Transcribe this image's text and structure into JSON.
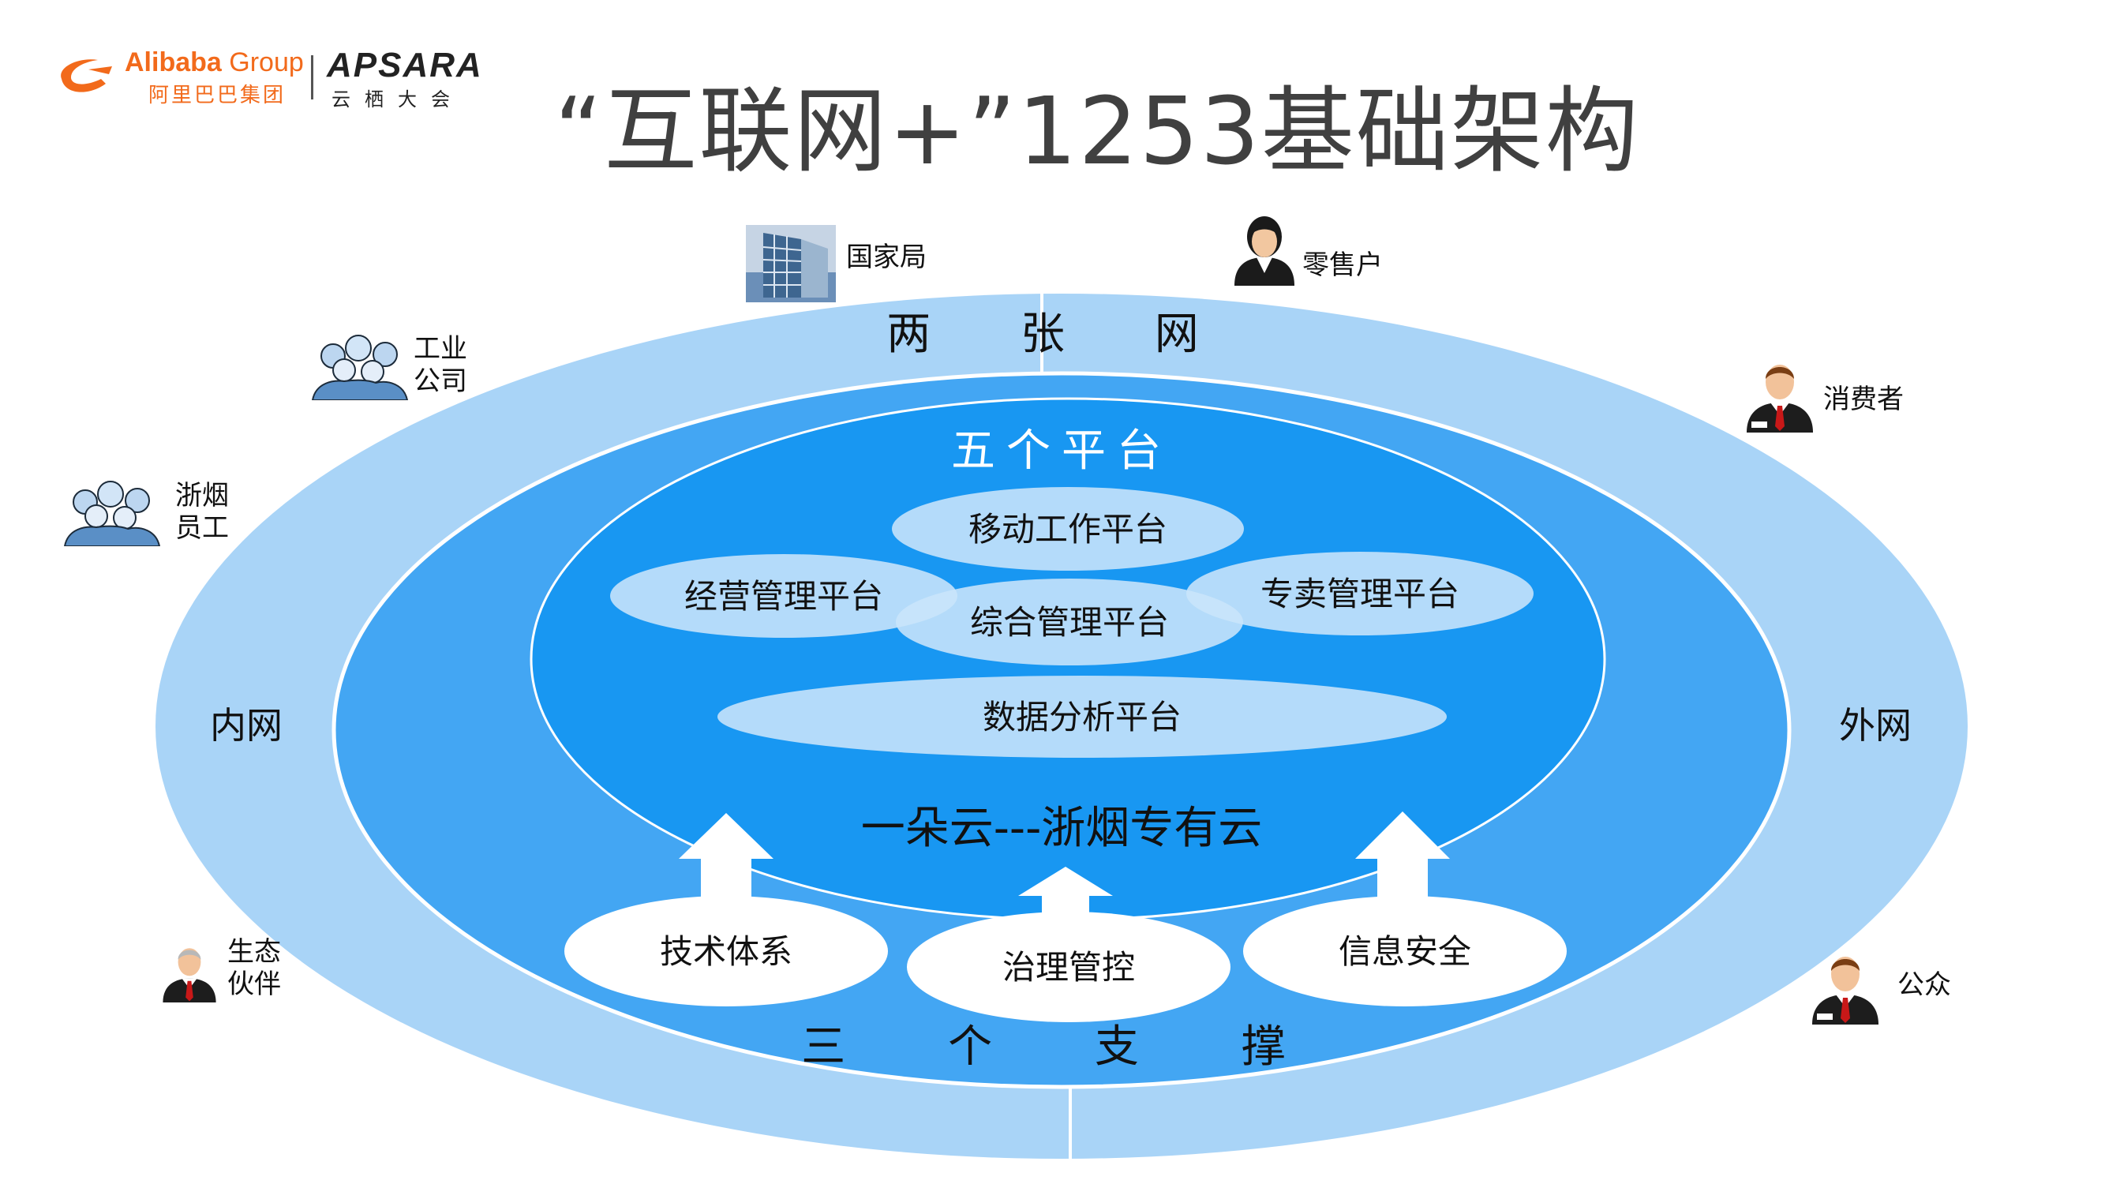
{
  "header": {
    "title": "“互联网+”1253基础架构",
    "logo_alibaba_en": "Alibaba",
    "logo_alibaba_group": "Group",
    "logo_alibaba_cn": "阿里巴巴集团",
    "logo_apsara_en": "APSARA",
    "logo_apsara_cn": "云栖大会"
  },
  "diagram": {
    "outer_ring_label": "两 张 网",
    "intranet_label": "内网",
    "extranet_label": "外网",
    "middle_label": "五个平台",
    "platforms": {
      "mobile": "移动工作平台",
      "operation": "经营管理平台",
      "integrated": "综合管理平台",
      "monopoly": "专卖管理平台",
      "data": "数据分析平台"
    },
    "cloud_label": "一朵云---浙烟专有云",
    "supports": {
      "tech": "技术体系",
      "governance": "治理管控",
      "security": "信息安全"
    },
    "bottom_label": "三 个 支 撑"
  },
  "stakeholders": {
    "bureau": "国家局",
    "retailer": "零售户",
    "consumer": "消费者",
    "industry": "工业\n公司",
    "employee": "浙烟\n员工",
    "partner": "生态\n伙伴",
    "public": "公众"
  },
  "colors": {
    "outer_ring": "#a9d4f7",
    "middle_ring": "#43a6f3",
    "inner_core": "#1897f2",
    "platform_ellipse": "#c9e5fb",
    "support_ellipse": "#ffffff",
    "accent_orange": "#f26a1b"
  }
}
